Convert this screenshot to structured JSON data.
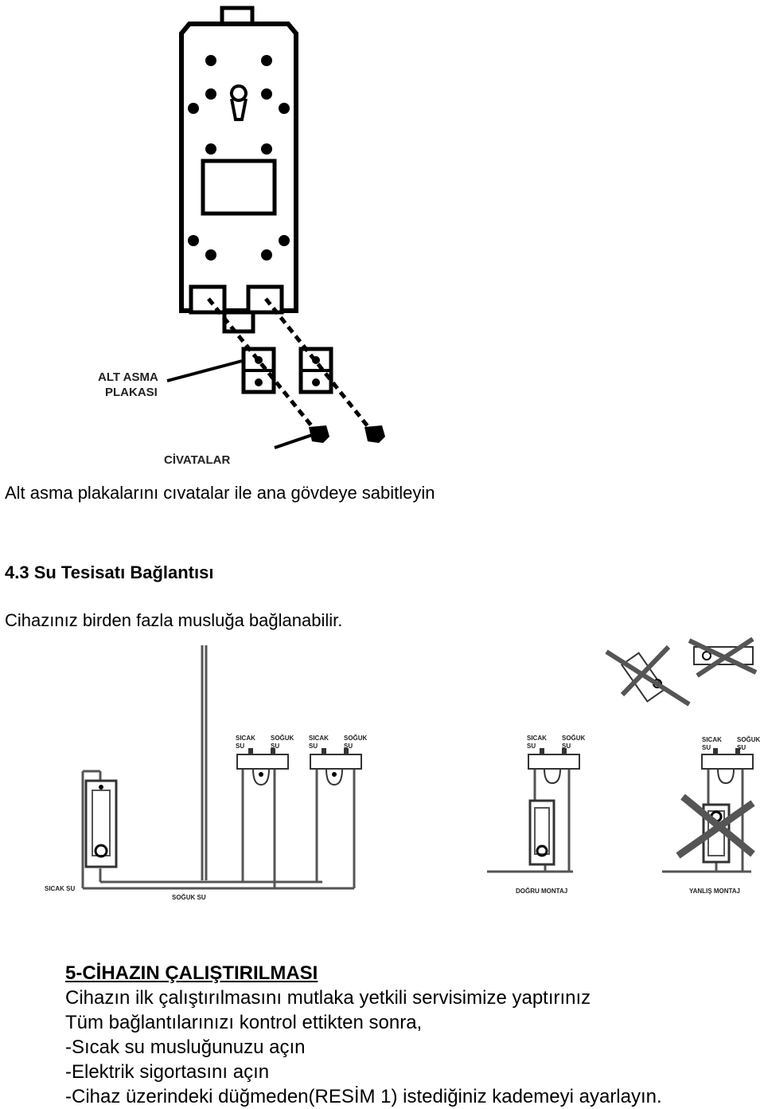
{
  "figure1": {
    "label_alt_asma_line1": "ALT ASMA",
    "label_alt_asma_line2": "PLAKASI",
    "label_civatalar": "CİVATALAR"
  },
  "caption1": "Alt asma plakalarını cıvatalar ile ana gövdeye sabitleyin",
  "section_4_3": {
    "heading": "4.3 Su Tesisatı Bağlantısı",
    "text": "Cihazınız birden fazla musluğa bağlanabilir."
  },
  "figure2": {
    "faucet_hot": "SICAK",
    "faucet_su": "SU",
    "faucet_cold": "SOĞUK",
    "label_sicak_su": "SICAK SU",
    "label_soguk_su": "SOĞUK SU",
    "label_dogru": "DOĞRU MONTAJ",
    "label_yanlis": "YANLIŞ MONTAJ"
  },
  "section_5": {
    "title": "5-CİHAZIN ÇALIŞTIRILMASI",
    "lines": [
      "Cihazın ilk çalıştırılmasını mutlaka yetkili servisimize yaptırınız",
      "Tüm bağlantılarınızı kontrol ettikten sonra,",
      "-Sıcak su musluğunuzu açın",
      "-Elektrik sigortasını açın",
      "-Cihaz üzerindeki düğmeden(RESİM 1) istediğiniz kademeyi ayarlayın."
    ]
  }
}
